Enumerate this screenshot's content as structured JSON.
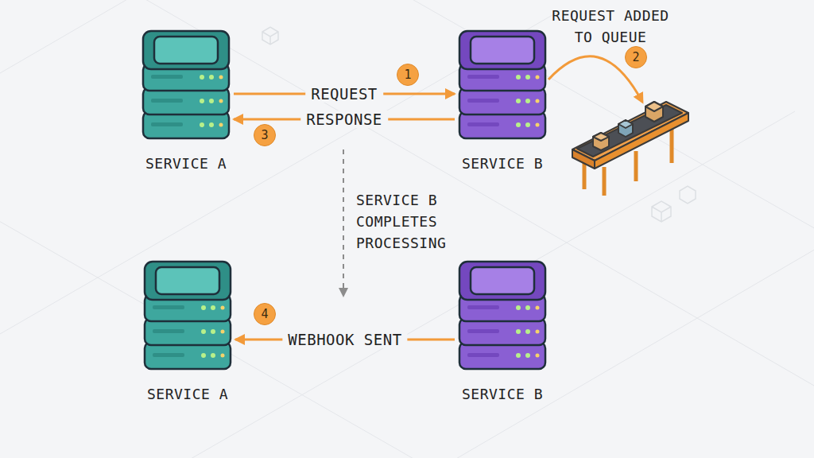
{
  "diagram": {
    "nodes": [
      {
        "text": [
          "SERVICE A"
        ]
      },
      {
        "text": [
          "SERVICE B"
        ]
      },
      {
        "text": [
          "SERVICE A"
        ]
      },
      {
        "text": [
          "SERVICE B"
        ]
      }
    ],
    "edges": [
      {
        "from": 0,
        "to": 1,
        "label": "REQUEST",
        "arrow": "to"
      },
      {
        "from": 1,
        "to": 0,
        "label": "RESPONSE",
        "arrow": "to"
      },
      {
        "from": 3,
        "to": 2,
        "label": "WEBHOOK SENT",
        "arrow": "to"
      }
    ],
    "labels": [
      "1",
      "REQUEST ADDED TO QUEUE",
      "2",
      "3",
      "SERVICE B COMPLETES PROCESSING",
      "4"
    ]
  }
}
